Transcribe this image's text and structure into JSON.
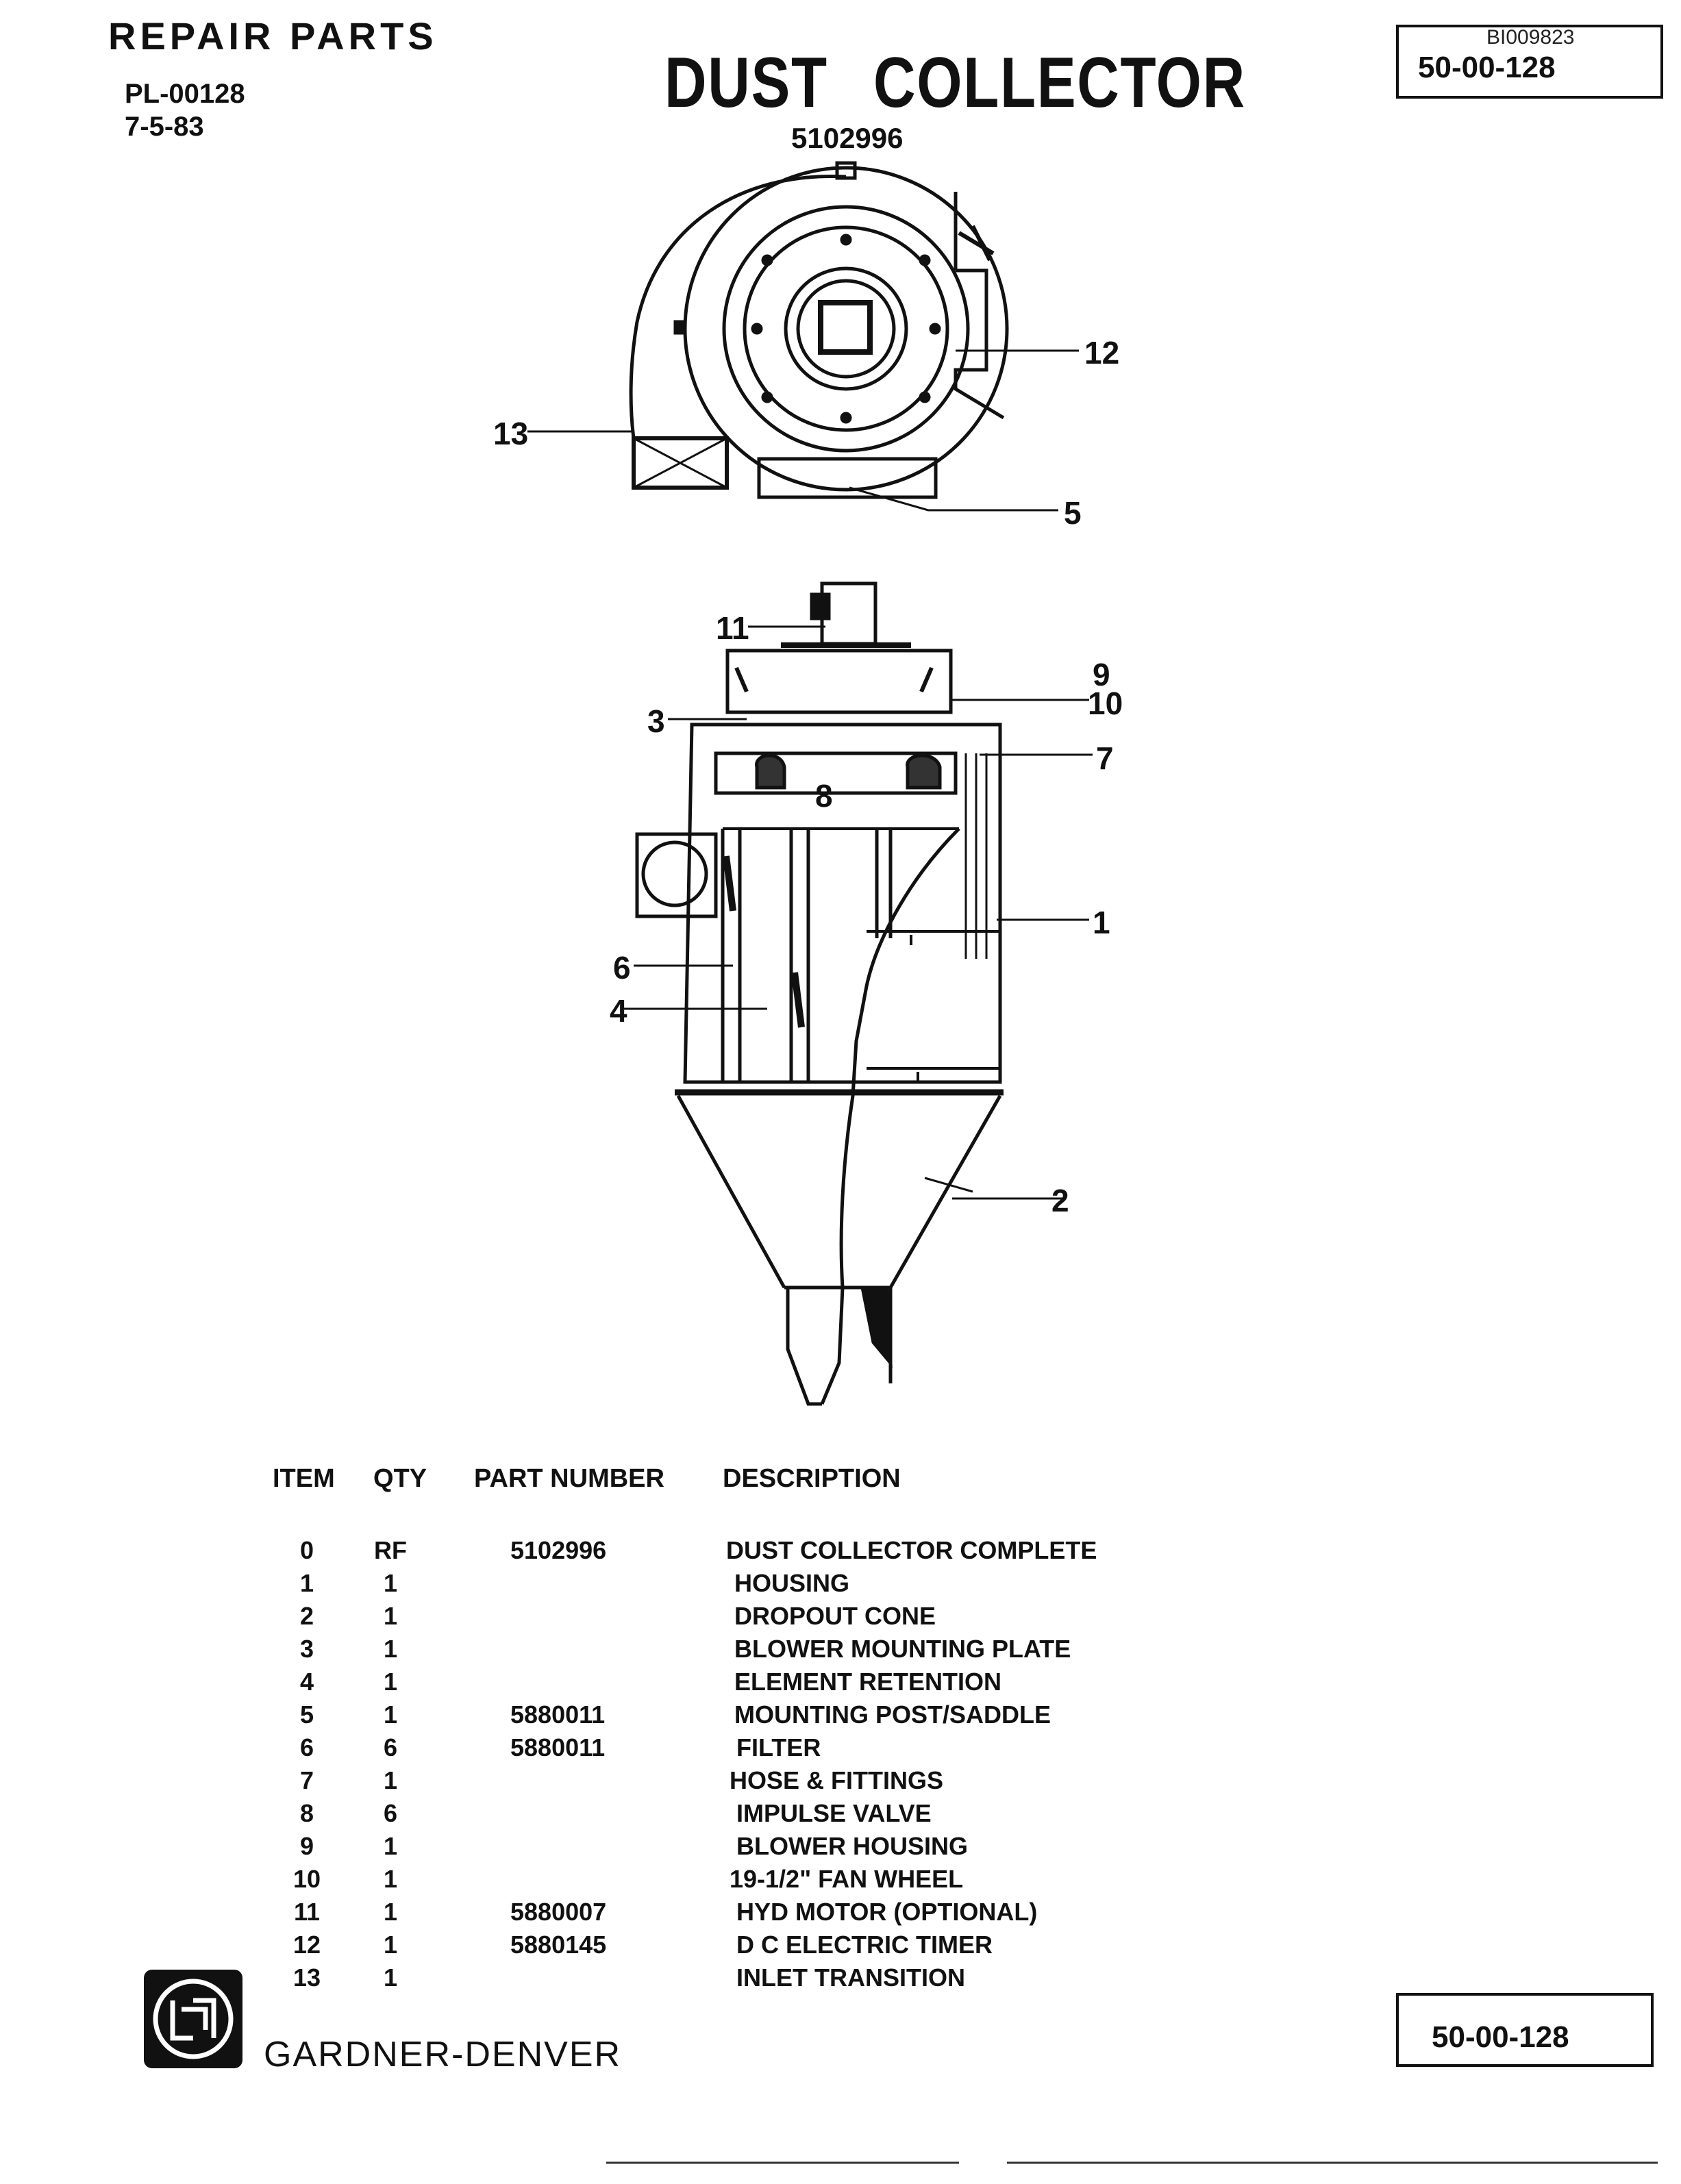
{
  "header": {
    "repair_parts": "REPAIR PARTS",
    "pl_number": "PL-00128",
    "date": "7-5-83",
    "title": "DUST COLLECTOR",
    "assembly_number": "5102996",
    "doc_id": "BI009823",
    "doc_number": "50-00-128"
  },
  "callouts": {
    "c12": "12",
    "c13": "13",
    "c5": "5",
    "c11": "11",
    "c9": "9",
    "c10": "10",
    "c3": "3",
    "c7": "7",
    "c8": "8",
    "c1": "1",
    "c6": "6",
    "c4": "4",
    "c2": "2"
  },
  "table": {
    "headers": {
      "item": "ITEM",
      "qty": "QTY",
      "part_number": "PART NUMBER",
      "description": "DESCRIPTION"
    },
    "rows": [
      {
        "item": "0",
        "qty": "RF",
        "part_number": "5102996",
        "description": "DUST COLLECTOR COMPLETE"
      },
      {
        "item": "1",
        "qty": "1",
        "part_number": "",
        "description": "HOUSING"
      },
      {
        "item": "2",
        "qty": "1",
        "part_number": "",
        "description": "DROPOUT CONE"
      },
      {
        "item": "3",
        "qty": "1",
        "part_number": "",
        "description": "BLOWER MOUNTING PLATE"
      },
      {
        "item": "4",
        "qty": "1",
        "part_number": "",
        "description": "ELEMENT RETENTION"
      },
      {
        "item": "5",
        "qty": "1",
        "part_number": "5880011",
        "description": "MOUNTING POST/SADDLE"
      },
      {
        "item": "6",
        "qty": "6",
        "part_number": "5880011",
        "description": "FILTER"
      },
      {
        "item": "7",
        "qty": "1",
        "part_number": "",
        "description": "HOSE & FITTINGS"
      },
      {
        "item": "8",
        "qty": "6",
        "part_number": "",
        "description": "IMPULSE VALVE"
      },
      {
        "item": "9",
        "qty": "1",
        "part_number": "",
        "description": "BLOWER HOUSING"
      },
      {
        "item": "10",
        "qty": "1",
        "part_number": "",
        "description": "19-1/2\" FAN WHEEL"
      },
      {
        "item": "11",
        "qty": "1",
        "part_number": "5880007",
        "description": "HYD MOTOR (OPTIONAL)"
      },
      {
        "item": "12",
        "qty": "1",
        "part_number": "5880145",
        "description": "D C ELECTRIC TIMER"
      },
      {
        "item": "13",
        "qty": "1",
        "part_number": "",
        "description": "INLET TRANSITION"
      }
    ]
  },
  "footer": {
    "brand": "GARDNER-DENVER",
    "doc_number": "50-00-128",
    "logo_icon": "gardner-denver-logo-icon"
  }
}
